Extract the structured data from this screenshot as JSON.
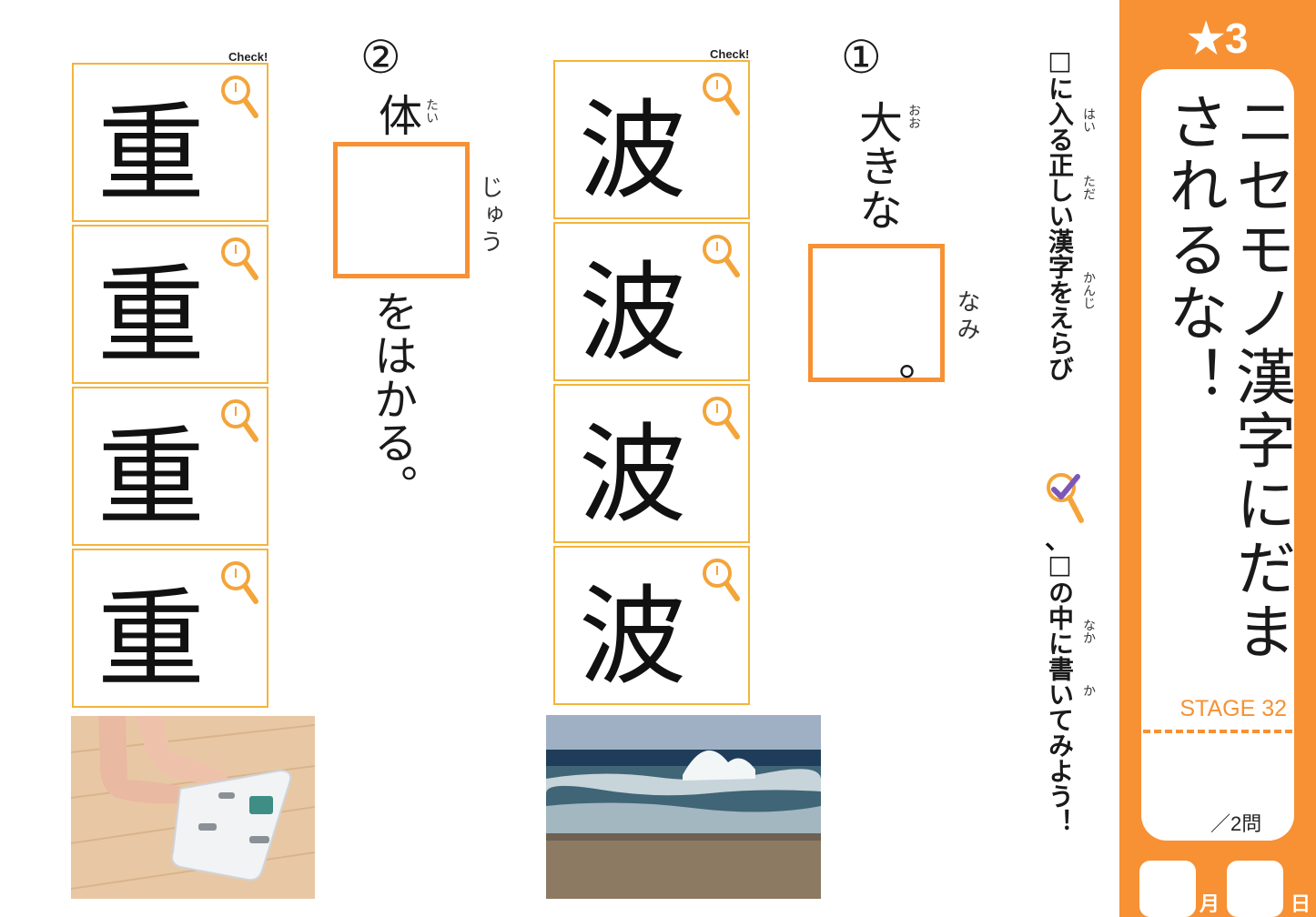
{
  "panel": {
    "stars": "★3",
    "title": "ニセモノ漢字にだまされるな！",
    "stage": "STAGE 32",
    "score": "／2問",
    "month_label": "月",
    "day_label": "日",
    "colors": {
      "accent": "#f79134",
      "card_border": "#f3b43c"
    }
  },
  "instructions": {
    "line1_box": "□",
    "line1_a": "に",
    "line1_b": "入",
    "line1_c": "る",
    "line1_d": "正",
    "line1_e": "しい",
    "line1_f": "漢字",
    "line1_g": "をえらび",
    "comma": "、",
    "line2_box": "□",
    "line2_a": "の",
    "line2_b": "中",
    "line2_c": "に",
    "line2_d": "書",
    "line2_e": "いてみよう！",
    "furi_hai": "はい",
    "furi_tada": "ただ",
    "furi_kanji": "かんじ",
    "furi_naka": "なか",
    "furi_ka": "か",
    "check_icon": "magnifier-check-icon"
  },
  "questions": [
    {
      "number": "①",
      "before_kanji": "大",
      "before_ruby": "おお",
      "before_kana": "きな",
      "answer_reading": "なみ",
      "after": "。",
      "candidates": [
        "波",
        "波",
        "波",
        "波"
      ],
      "check_label": "Check!",
      "photo": "ocean-wave-photo"
    },
    {
      "number": "②",
      "before_kanji": "体",
      "before_ruby": "たい",
      "answer_reading": "じゅう",
      "after": "をはかる。",
      "candidates": [
        "重",
        "重",
        "重",
        "重"
      ],
      "check_label": "Check!",
      "photo": "weight-scale-photo"
    }
  ]
}
